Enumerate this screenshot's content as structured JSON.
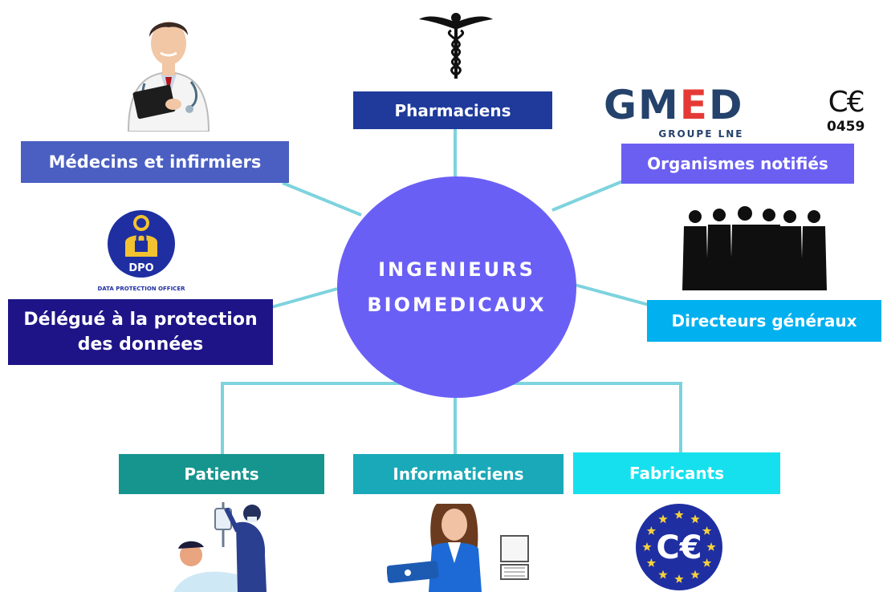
{
  "center": {
    "line1": "INGENIEURS",
    "line2": "BIOMEDICAUX"
  },
  "nodes": {
    "pharmaciens": "Pharmaciens",
    "medecins": "Médecins et infirmiers",
    "organismes": "Organismes notifiés",
    "dpo_role_line1": "Délégué à la protection",
    "dpo_role_line2": "des données",
    "directeurs": "Directeurs généraux",
    "patients": "Patients",
    "informaticiens": "Informaticiens",
    "fabricants": "Fabricants"
  },
  "logos": {
    "gmed_sub": "GROUPE LNE",
    "ce_number": "0459",
    "dpo_badge": "DPO",
    "dpo_caption": "DATA PROTECTION OFFICER"
  },
  "colors": {
    "hub": "#6a5ff5",
    "connector": "#7dd3de",
    "pharmaciens": "#1f3a9b",
    "medecins": "#4a5fc1",
    "organismes": "#6b5ff2",
    "dpo_role": "#1e1487",
    "directeurs": "#00b0ef",
    "patients": "#16958f",
    "informaticiens": "#1aa9b8",
    "fabricants": "#17e0ee"
  }
}
